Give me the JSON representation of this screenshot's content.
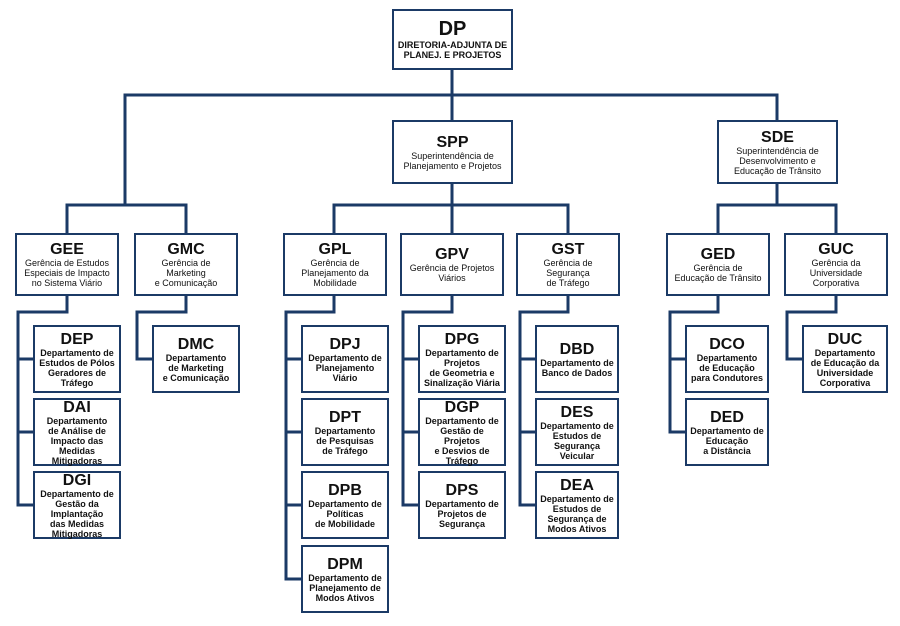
{
  "colors": {
    "line": "#1b3a66",
    "box_border": "#1b3a66",
    "text": "#111111"
  },
  "top": {
    "code": "DP",
    "name": "DIRETORIA-ADJUNTA DE\nPLANEJ. E PROJETOS"
  },
  "superintendencias": [
    {
      "code": "SPP",
      "name": "Superintendência de\nPlanejamento e Projetos"
    },
    {
      "code": "SDE",
      "name": "Superintendência de\nDesenvolvimento e\nEducação de Trânsito"
    }
  ],
  "gerencias": [
    {
      "code": "GEE",
      "name": "Gerência de Estudos\nEspeciais de Impacto\nno Sistema Viário"
    },
    {
      "code": "GMC",
      "name": "Gerência de\nMarketing\ne Comunicação"
    },
    {
      "code": "GPL",
      "name": "Gerência de\nPlanejamento da\nMobilidade"
    },
    {
      "code": "GPV",
      "name": "Gerência de Projetos\nViários"
    },
    {
      "code": "GST",
      "name": "Gerência de\nSegurança\nde Tráfego"
    },
    {
      "code": "GED",
      "name": "Gerência de\nEducação de Trânsito"
    },
    {
      "code": "GUC",
      "name": "Gerência da\nUniversidade\nCorporativa"
    }
  ],
  "departamentos": [
    {
      "code": "DEP",
      "name": "Departamento de\nEstudos de Pólos\nGeradores de\nTráfego"
    },
    {
      "code": "DAI",
      "name": "Departamento\nde Análise de\nImpacto das\nMedidas\nMitigadoras"
    },
    {
      "code": "DGI",
      "name": "Departamento de\nGestão da\nImplantação\ndas Medidas\nMitigadoras"
    },
    {
      "code": "DMC",
      "name": "Departamento\nde Marketing\ne Comunicação"
    },
    {
      "code": "DPJ",
      "name": "Departamento de\nPlanejamento\nViário"
    },
    {
      "code": "DPT",
      "name": "Departamento\nde Pesquisas\nde Tráfego"
    },
    {
      "code": "DPB",
      "name": "Departamento de\nPolíticas\nde Mobilidade"
    },
    {
      "code": "DPM",
      "name": "Departamento de\nPlanejamento de\nModos Ativos"
    },
    {
      "code": "DPG",
      "name": "Departamento de\nProjetos\nde Geometria e\nSinalização Viária"
    },
    {
      "code": "DGP",
      "name": "Departamento de\nGestão de Projetos\ne Desvios de\nTráfego"
    },
    {
      "code": "DPS",
      "name": "Departamento de\nProjetos de\nSegurança"
    },
    {
      "code": "DBD",
      "name": "Departamento de\nBanco de Dados"
    },
    {
      "code": "DES",
      "name": "Departamento de\nEstudos de\nSegurança Veicular"
    },
    {
      "code": "DEA",
      "name": "Departamento de\nEstudos de\nSegurança de\nModos Ativos"
    },
    {
      "code": "DCO",
      "name": "Departamento\nde Educação\npara Condutores"
    },
    {
      "code": "DED",
      "name": "Departamento de\nEducação\na Distância"
    },
    {
      "code": "DUC",
      "name": "Departamento\nde Educação da\nUniversidade\nCorporativa"
    }
  ]
}
